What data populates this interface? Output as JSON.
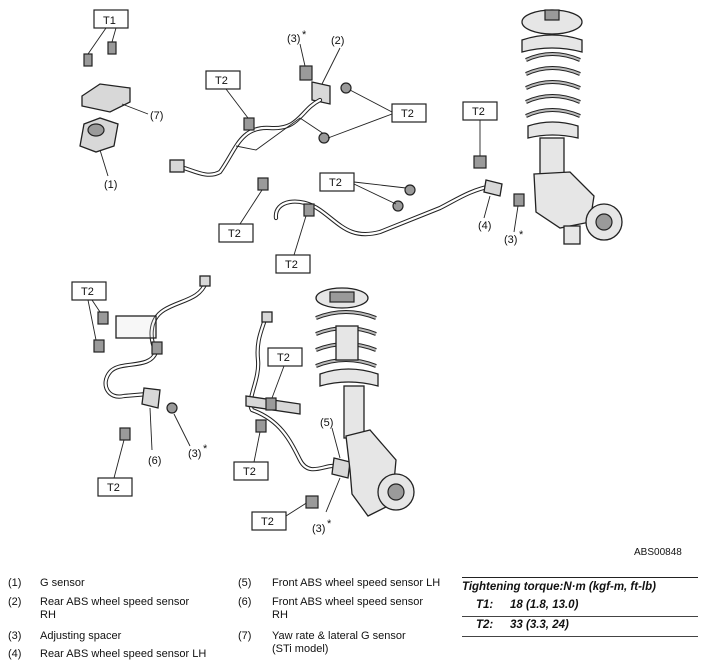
{
  "figure_code": "ABS00848",
  "torque_tags": {
    "t1": "T1",
    "t2": "T2"
  },
  "callouts": {
    "c1": "(1)",
    "c2": "(2)",
    "c3": "(3)",
    "c4": "(4)",
    "c5": "(5)",
    "c6": "(6)",
    "c7": "(7)",
    "star": "*"
  },
  "legend": [
    {
      "num": "(1)",
      "text": "G sensor"
    },
    {
      "num": "(2)",
      "text": "Rear ABS wheel speed sensor",
      "text2": "RH"
    },
    {
      "num": "(3)",
      "text": "Adjusting spacer"
    },
    {
      "num": "(4)",
      "text": "Rear ABS wheel speed sensor LH"
    },
    {
      "num": "(5)",
      "text": "Front ABS wheel speed sensor LH"
    },
    {
      "num": "(6)",
      "text": "Front ABS wheel speed sensor",
      "text2": "RH"
    },
    {
      "num": "(7)",
      "text": "Yaw rate & lateral G sensor",
      "text2": "(STi model)"
    }
  ],
  "torque": {
    "title": "Tightening torque:N·m (kgf-m, ft-lb)",
    "rows": [
      {
        "key": "T1:",
        "value": "18 (1.8, 13.0)"
      },
      {
        "key": "T2:",
        "value": "33 (3.3, 24)"
      }
    ]
  }
}
